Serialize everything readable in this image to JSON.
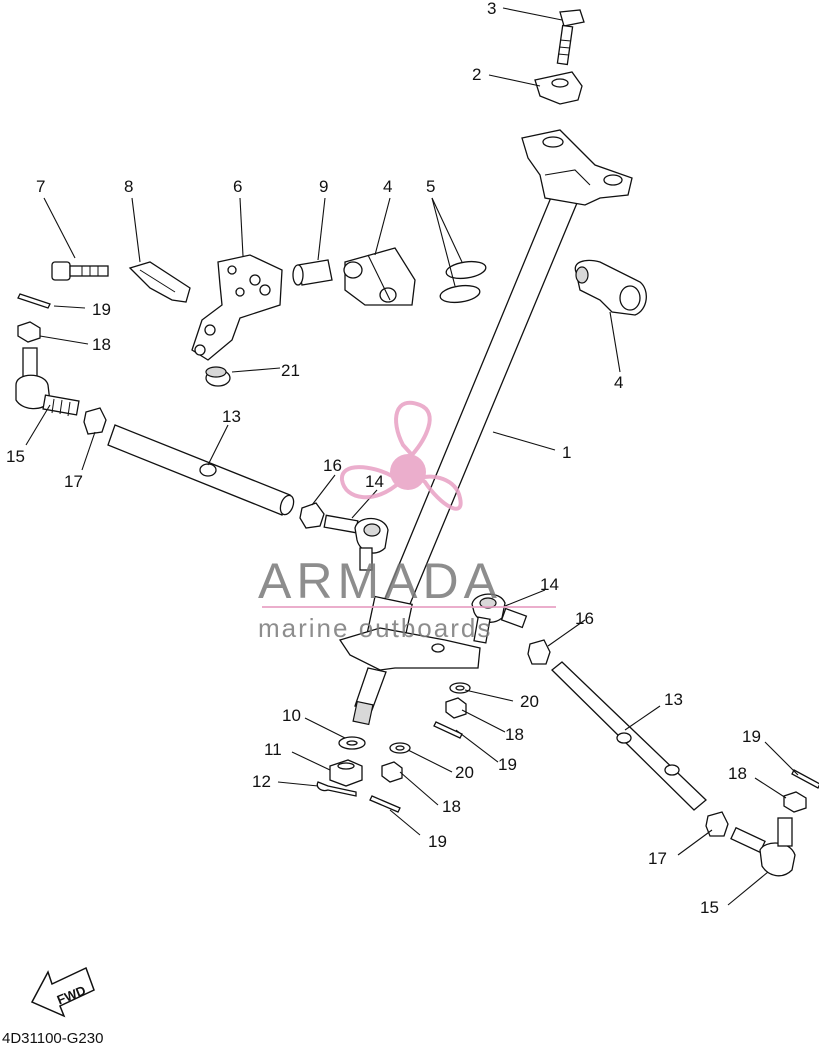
{
  "labels": {
    "l1": "1",
    "l2": "2",
    "l3": "3",
    "l4a": "4",
    "l4b": "4",
    "l5": "5",
    "l6": "6",
    "l7": "7",
    "l8": "8",
    "l9": "9",
    "l10": "10",
    "l11": "11",
    "l12": "12",
    "l13a": "13",
    "l13b": "13",
    "l14a": "14",
    "l14b": "14",
    "l15a": "15",
    "l15b": "15",
    "l16a": "16",
    "l16b": "16",
    "l17a": "17",
    "l17b": "17",
    "l18a": "18",
    "l18b": "18",
    "l18c": "18",
    "l18d": "18",
    "l19a": "19",
    "l19b": "19",
    "l19c": "19",
    "l19d": "19",
    "l20a": "20",
    "l20b": "20",
    "l21": "21"
  },
  "watermark": {
    "brand": "ARMADA",
    "tagline": "marine outboards",
    "accent_color": "#e8a0c4"
  },
  "footer": {
    "diagram_code": "4D31100-G230",
    "direction_label": "FWD"
  }
}
